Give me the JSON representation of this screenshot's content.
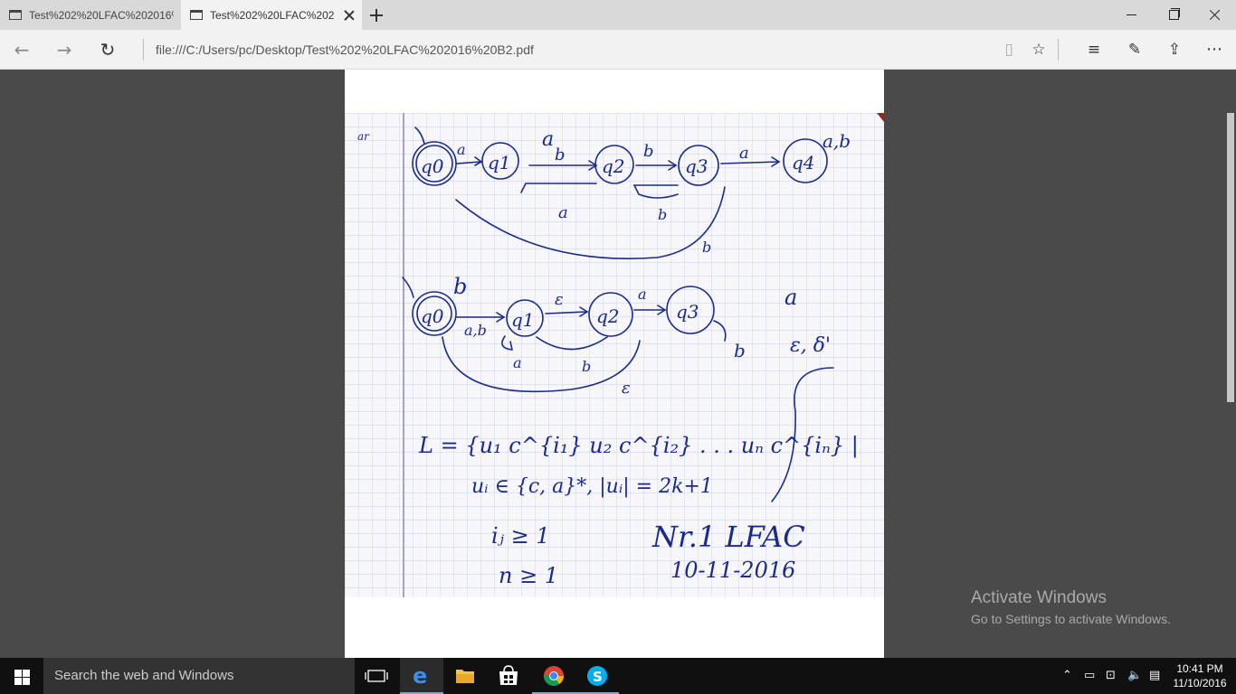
{
  "browser": {
    "tabs": [
      {
        "title": "Test%202%20LFAC%202016%"
      },
      {
        "title": "Test%202%20LFAC%202"
      }
    ],
    "url": "file:///C:/Users/pc/Desktop/Test%202%20LFAC%202016%20B2.pdf"
  },
  "document": {
    "handwriting": {
      "mark": "ar",
      "automaton1": {
        "states": [
          "q0",
          "q1",
          "q2",
          "q3",
          "q4"
        ],
        "labels": [
          "a",
          "a",
          "b",
          "b",
          "a",
          "a",
          "b",
          "b",
          "a,b"
        ]
      },
      "automaton2": {
        "states": [
          "q0",
          "q1",
          "q2",
          "q3"
        ],
        "labels": [
          "b",
          "a,b",
          "ε",
          "a",
          "a",
          "b",
          "b",
          "ε"
        ],
        "side_note_1": "a",
        "side_note_2": "ε, δ'"
      },
      "language_lines": [
        "L = {u₁ c^{i₁} u₂ c^{i₂} . . . uₙ c^{iₙ} |",
        "uᵢ ∈ {c, a}*,  |uᵢ| = 2k+1",
        "iⱼ ≥ 1",
        "n ≥ 1"
      ],
      "footer_title": "Nr.1 LFAC",
      "footer_date": "10-11-2016"
    }
  },
  "watermark": {
    "title": "Activate Windows",
    "subtitle": "Go to Settings to activate Windows."
  },
  "taskbar": {
    "search_placeholder": "Search the web and Windows",
    "time": "10:41 PM",
    "date": "11/10/2016"
  }
}
